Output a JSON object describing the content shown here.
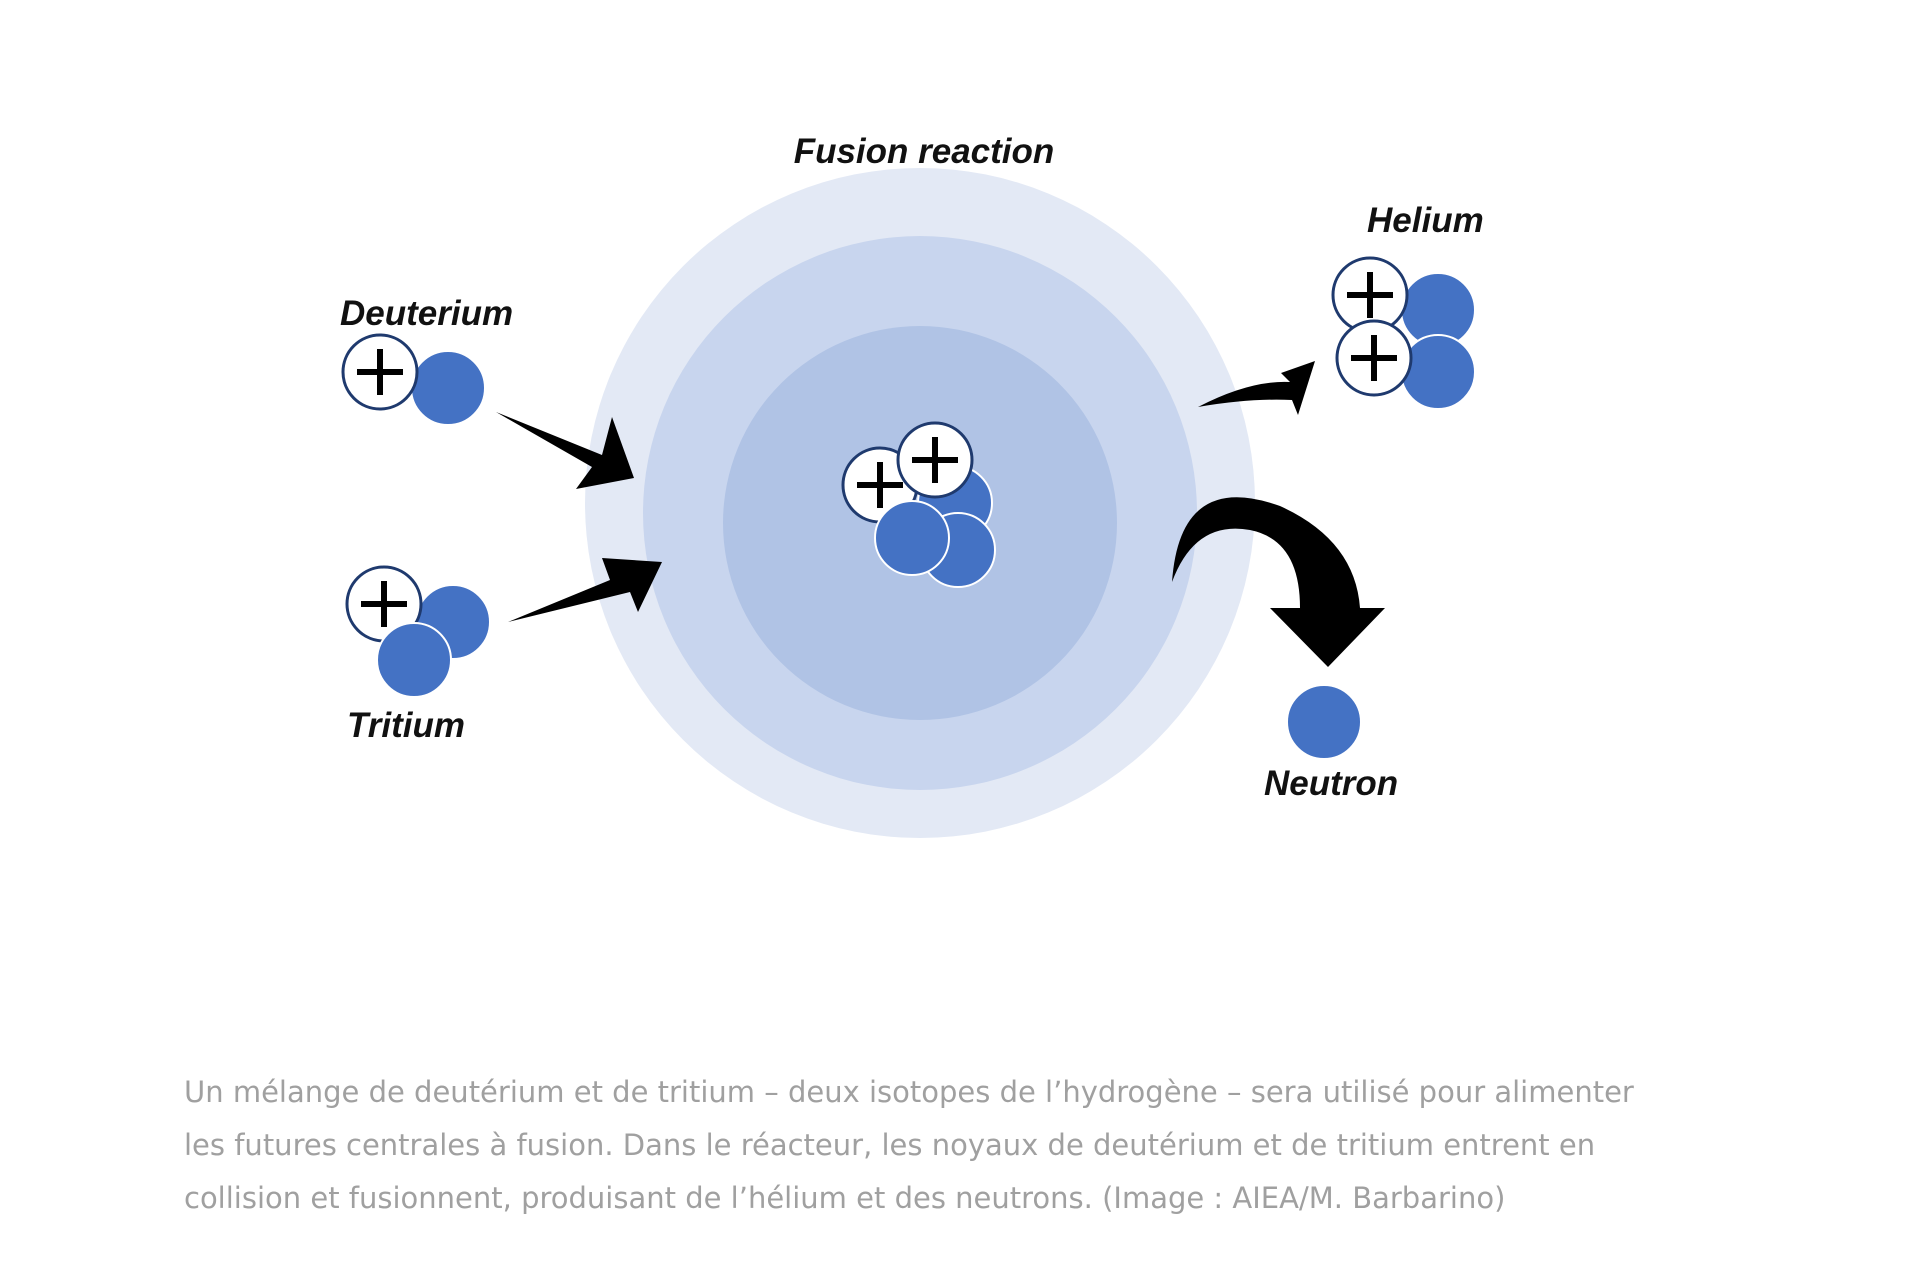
{
  "diagram": {
    "title": "Fusion reaction",
    "reactants": {
      "deuterium_label": "Deuterium",
      "tritium_label": "Tritium"
    },
    "products": {
      "helium_label": "Helium",
      "neutron_label": "Neutron"
    },
    "icons": {
      "proton": "plus-sign-circle",
      "neutron": "filled-blue-circle",
      "arrow": "black-curved-arrow"
    },
    "colors": {
      "neutron": "#4472C4",
      "proton_outline": "#1F3A6E",
      "outer_halo": "#E3E9F5",
      "middle_halo": "#C8D5EE",
      "inner_halo": "#B0C3E5",
      "arrow": "#000000"
    }
  },
  "caption": {
    "lines": [
      "Un mélange de deutérium et de tritium – deux isotopes de l’hydrogène – sera utilisé pour alimenter",
      "les futures centrales à fusion. Dans le réacteur, les noyaux de deutérium et de tritium entrent en",
      "collision et fusionnent, produisant de l’hélium et des neutrons. (Image : AIEA/M. Barbarino)"
    ]
  }
}
